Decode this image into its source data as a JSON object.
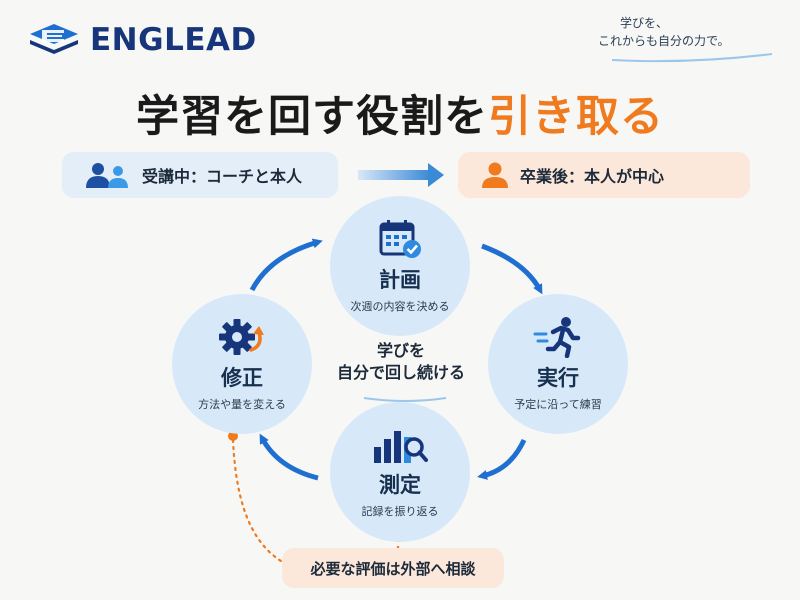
{
  "brand": {
    "name": "ENGLEAD"
  },
  "tagline": {
    "line1": "学びを、",
    "line2": "これからも自分の力で。"
  },
  "title": {
    "main": "学習を回す役割を",
    "accent": "引き取る"
  },
  "phases": {
    "during": "受講中：コーチと本人",
    "after": "卒業後：本人が中心"
  },
  "cycle": {
    "plan": {
      "title": "計画",
      "desc": "次週の内容を決める"
    },
    "do": {
      "title": "実行",
      "desc": "予定に沿って練習"
    },
    "check": {
      "title": "測定",
      "desc": "記録を振り返る"
    },
    "fix": {
      "title": "修正",
      "desc": "方法や量を変える"
    },
    "center_line1": "学びを",
    "center_line2": "自分で回し続ける"
  },
  "consult": "必要な評価は外部へ相談",
  "colors": {
    "navy": "#16357a",
    "blue": "#1f6fd1",
    "orange": "#f07a1e",
    "circle": "#d7e9f9"
  }
}
